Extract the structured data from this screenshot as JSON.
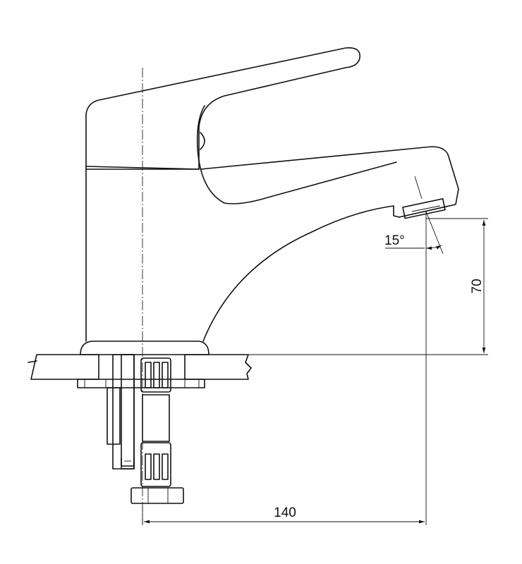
{
  "drawing": {
    "dimensions": {
      "width_label": "140",
      "height_label": "70",
      "angle_label": "15°"
    },
    "colors": {
      "line": "#111111",
      "background": "#ffffff"
    }
  }
}
